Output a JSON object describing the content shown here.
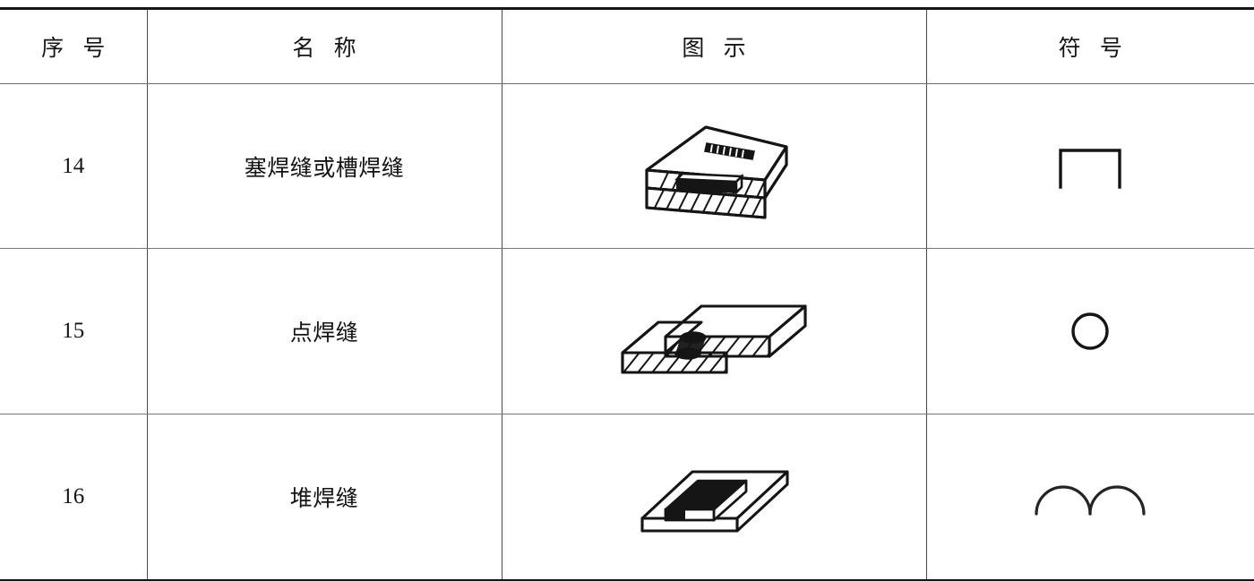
{
  "document": {
    "type": "table",
    "subject": "welding-seam-symbols",
    "background_color": "#ffffff",
    "line_color": "#151515"
  },
  "table": {
    "columns": [
      {
        "key": "no",
        "header": "序    号",
        "name": "column-header-serial-number"
      },
      {
        "key": "name",
        "header": "名    称",
        "name": "column-header-name"
      },
      {
        "key": "figure",
        "header": "图    示",
        "name": "column-header-illustration"
      },
      {
        "key": "symbol",
        "header": "符    号",
        "name": "column-header-symbol"
      }
    ],
    "rows": [
      {
        "no": "14",
        "name": "塞焊缝或槽焊缝",
        "figure_label": "plug-or-slot-weld-illustration",
        "symbol_label": "plug-weld-symbol-square-bracket"
      },
      {
        "no": "15",
        "name": "点焊缝",
        "figure_label": "spot-weld-illustration",
        "symbol_label": "spot-weld-symbol-circle"
      },
      {
        "no": "16",
        "name": "堆焊缝",
        "figure_label": "surfacing-weld-illustration",
        "symbol_label": "surfacing-weld-symbol-double-arc"
      }
    ]
  }
}
